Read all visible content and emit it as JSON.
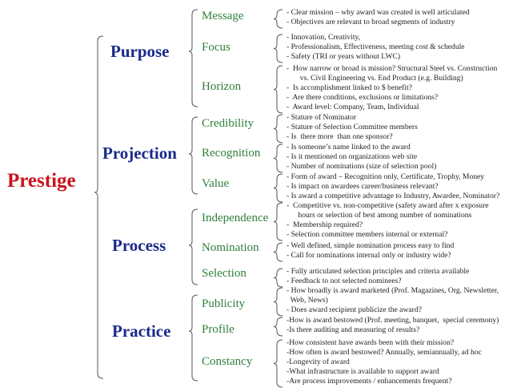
{
  "root": "Prestige",
  "categories": [
    {
      "label": "Purpose",
      "subs": [
        {
          "label": "Message",
          "details": [
            "- Clear mission – why award was created is well articulated",
            "- Objectives are relevant to broad segments of industry"
          ]
        },
        {
          "label": "Focus",
          "details": [
            "- Innovation, Creativity,",
            "- Professionalism, Effectiveness, meeting cost & schedule",
            "- Safety (TRI or years without LWC)"
          ]
        },
        {
          "label": "Horizon",
          "details": [
            "-  How narrow or broad is mission? Structural Steel vs. Construction",
            "       vs. Civil Engineering vs. End Product (e.g. Building)",
            "-  Is accomplishment linked to $ benefit?",
            "-  Are there conditions, exclusions or limitations?",
            "-  Award level: Company, Team, Individual"
          ]
        }
      ]
    },
    {
      "label": "Projection",
      "subs": [
        {
          "label": "Credibility",
          "details": [
            "- Stature of Nominator",
            "- Stature of Selection Committee members",
            "- Is  there more  than one sponsor?"
          ]
        },
        {
          "label": "Recognition",
          "details": [
            "- Is someone’s name linked to the award",
            "- Is it mentioned on organizations web site",
            "- Number of nominations (size of selection pool)"
          ]
        },
        {
          "label": "Value",
          "details": [
            "- Form of award – Recognition only, Certificate, Trophy, Money",
            "- Is impact on awardees career/business relevant?",
            "- Is award a competitive advantage to Industry, Awardee, Nominator?"
          ]
        }
      ]
    },
    {
      "label": "Process",
      "subs": [
        {
          "label": "Independence",
          "details": [
            "-  Competitive vs. non-competitive (safety award after x exposure",
            "      hours or selection of best among number of nominations",
            "-  Membership required?",
            "- Selection committee members internal or external?"
          ]
        },
        {
          "label": "Nomination",
          "details": [
            "- Well defined, simple nomination process easy to find",
            "- Call for nominations internal only or industry wide?"
          ]
        },
        {
          "label": "Selection",
          "details": [
            "- Fully articulated selection principles and criteria available",
            "- Feedback to not selected nominees?"
          ]
        }
      ]
    },
    {
      "label": "Practice",
      "subs": [
        {
          "label": "Publicity",
          "details": [
            "- How broadly is award marketed (Prof. Magazines, Org. Newsletter,",
            "  Web, News)",
            "- Does award recipient publicize the award?"
          ]
        },
        {
          "label": "Profile",
          "details": [
            "-How is award bestowed (Prof. meeting, banquet,  special ceremony)",
            "-Is there auditing and measuring of results?"
          ]
        },
        {
          "label": "Constancy",
          "details": [
            "-How consistent have awards been with their mission?",
            "-How often is award bestowed? Annually, semiannually, ad hoc",
            "-Longevity of award",
            "-What infrastructure is available to support award",
            "-Are process improvements / enhancements frequent?"
          ]
        }
      ]
    }
  ]
}
